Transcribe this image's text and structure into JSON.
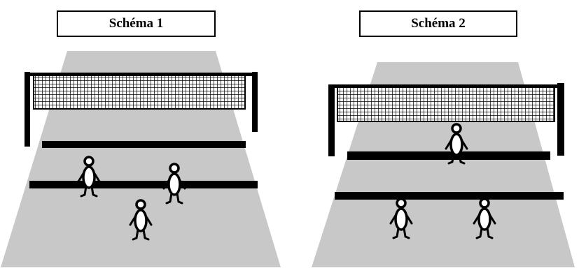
{
  "diagrams": [
    {
      "label": "Schéma 1",
      "players": 3
    },
    {
      "label": "Schéma 2",
      "players": 3
    }
  ],
  "colors": {
    "court": "#c8c8c8",
    "lines": "#000000",
    "net": "#000000",
    "background": "#ffffff"
  }
}
